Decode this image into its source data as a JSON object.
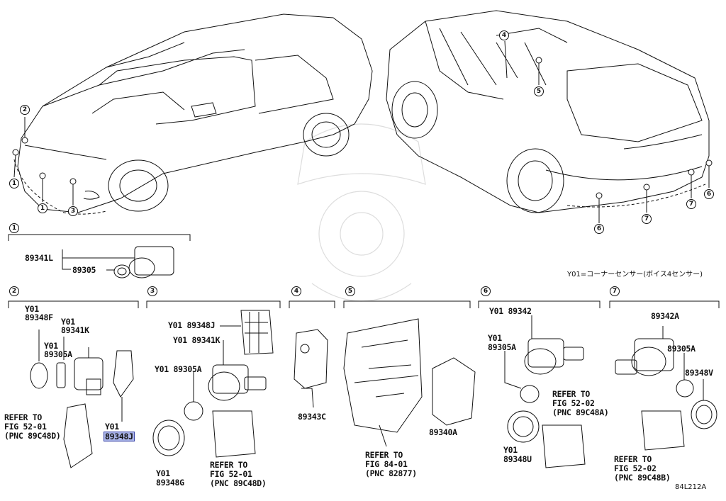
{
  "callouts": {
    "c1": "1",
    "c2": "2",
    "c3": "3",
    "c4": "4",
    "c5": "5",
    "c6": "6",
    "c7": "7"
  },
  "note": "Y01=コーナーセンサー(ボイス4センサー)",
  "diagram_code": "84L212A",
  "labels": {
    "g1_89341L": "89341L",
    "g1_89305": "89305",
    "g2_y01_a": "Y01",
    "g2_89348F": "89348F",
    "g2_y01_b": "Y01",
    "g2_89341K": "89341K",
    "g2_y01_c": "Y01",
    "g2_89305A": "89305A",
    "g2_ref1": "REFER TO",
    "g2_ref2": "FIG 52-01",
    "g2_ref3": "(PNC 89C48D)",
    "g2_y01_d": "Y01",
    "g2_89348J": "89348J",
    "g3_89348J": "Y01 89348J",
    "g3_89341K": "Y01 89341K",
    "g3_89305A": "Y01 89305A",
    "g3_y01": "Y01",
    "g3_89348G": "89348G",
    "g3_ref1": "REFER TO",
    "g3_ref2": "FIG 52-01",
    "g3_ref3": "(PNC 89C48D)",
    "g4_89343C": "89343C",
    "g5_ref1": "REFER TO",
    "g5_ref2": "FIG 84-01",
    "g5_ref3": "(PNC 82877)",
    "g5_89340A": "89340A",
    "g6_89342": "Y01 89342",
    "g6_y01": "Y01",
    "g6_89305A": "89305A",
    "g6_ref1": "REFER TO",
    "g6_ref2": "FIG 52-02",
    "g6_ref3": "(PNC 89C48A)",
    "g6_y01b": "Y01",
    "g6_89348U": "89348U",
    "g7_89342A": "89342A",
    "g7_89305A": "89305A",
    "g7_89348V": "89348V",
    "g7_ref1": "REFER TO",
    "g7_ref2": "FIG 52-02",
    "g7_ref3": "(PNC 89C48B)"
  },
  "highlight": "89348J"
}
